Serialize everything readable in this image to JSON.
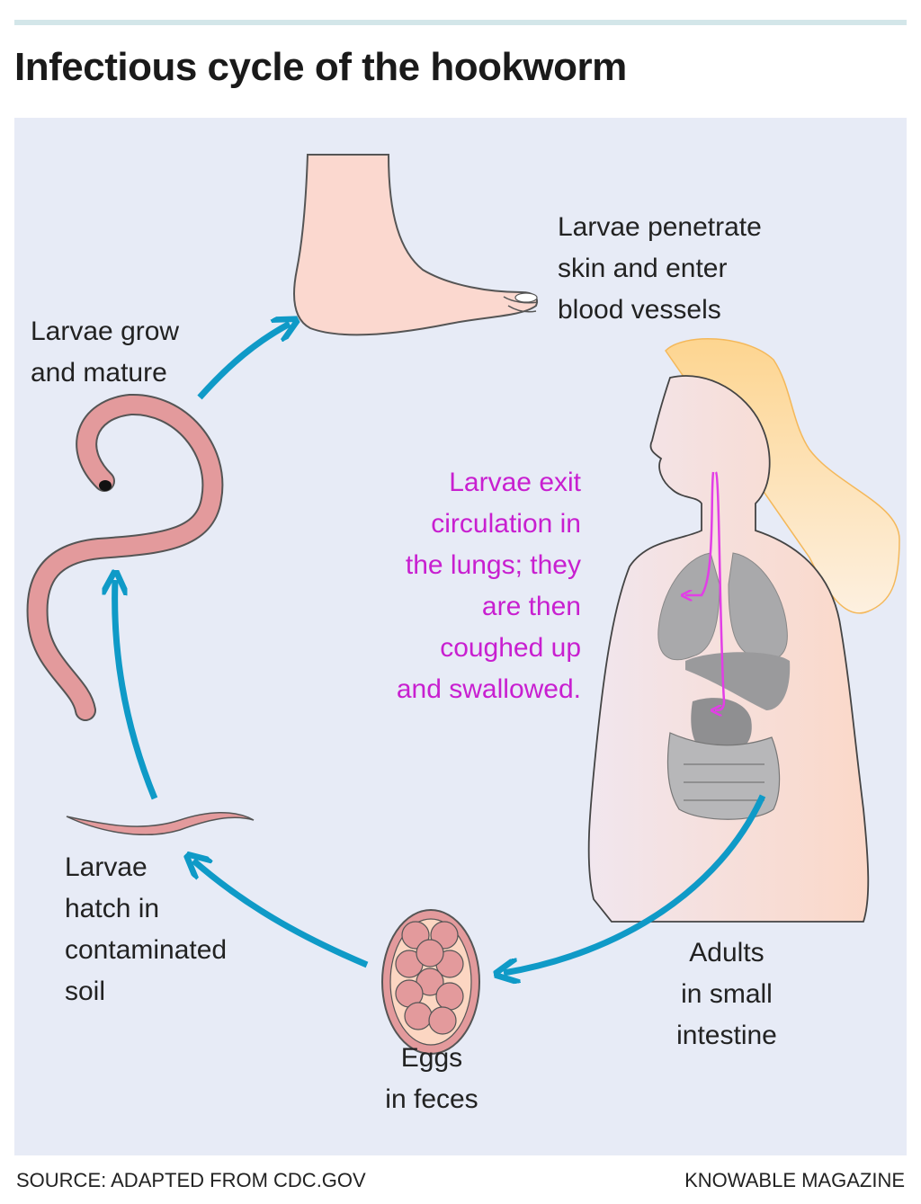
{
  "header": {
    "title": "Infectious cycle of the hookworm"
  },
  "stages": {
    "penetrate": [
      "Larvae penetrate",
      "skin and enter",
      "blood vessels"
    ],
    "lungs": [
      "Larvae exit",
      "circulation in",
      "the lungs; they",
      "are then",
      "coughed up",
      "and swallowed."
    ],
    "adults": [
      "Adults",
      "in small",
      "intestine"
    ],
    "eggs": [
      "Eggs",
      "in feces"
    ],
    "hatch": [
      "Larvae",
      "hatch in",
      "contaminated",
      "soil"
    ],
    "grow": [
      "Larvae grow",
      "and mature"
    ]
  },
  "colors": {
    "arrow": "#0f9ac7",
    "lungs_text": "#c81fd0",
    "worm": "#e39a9c",
    "panel": "#e7ebf6"
  },
  "footer": {
    "source": "SOURCE: ADAPTED FROM CDC.GOV",
    "credit": "KNOWABLE MAGAZINE"
  }
}
